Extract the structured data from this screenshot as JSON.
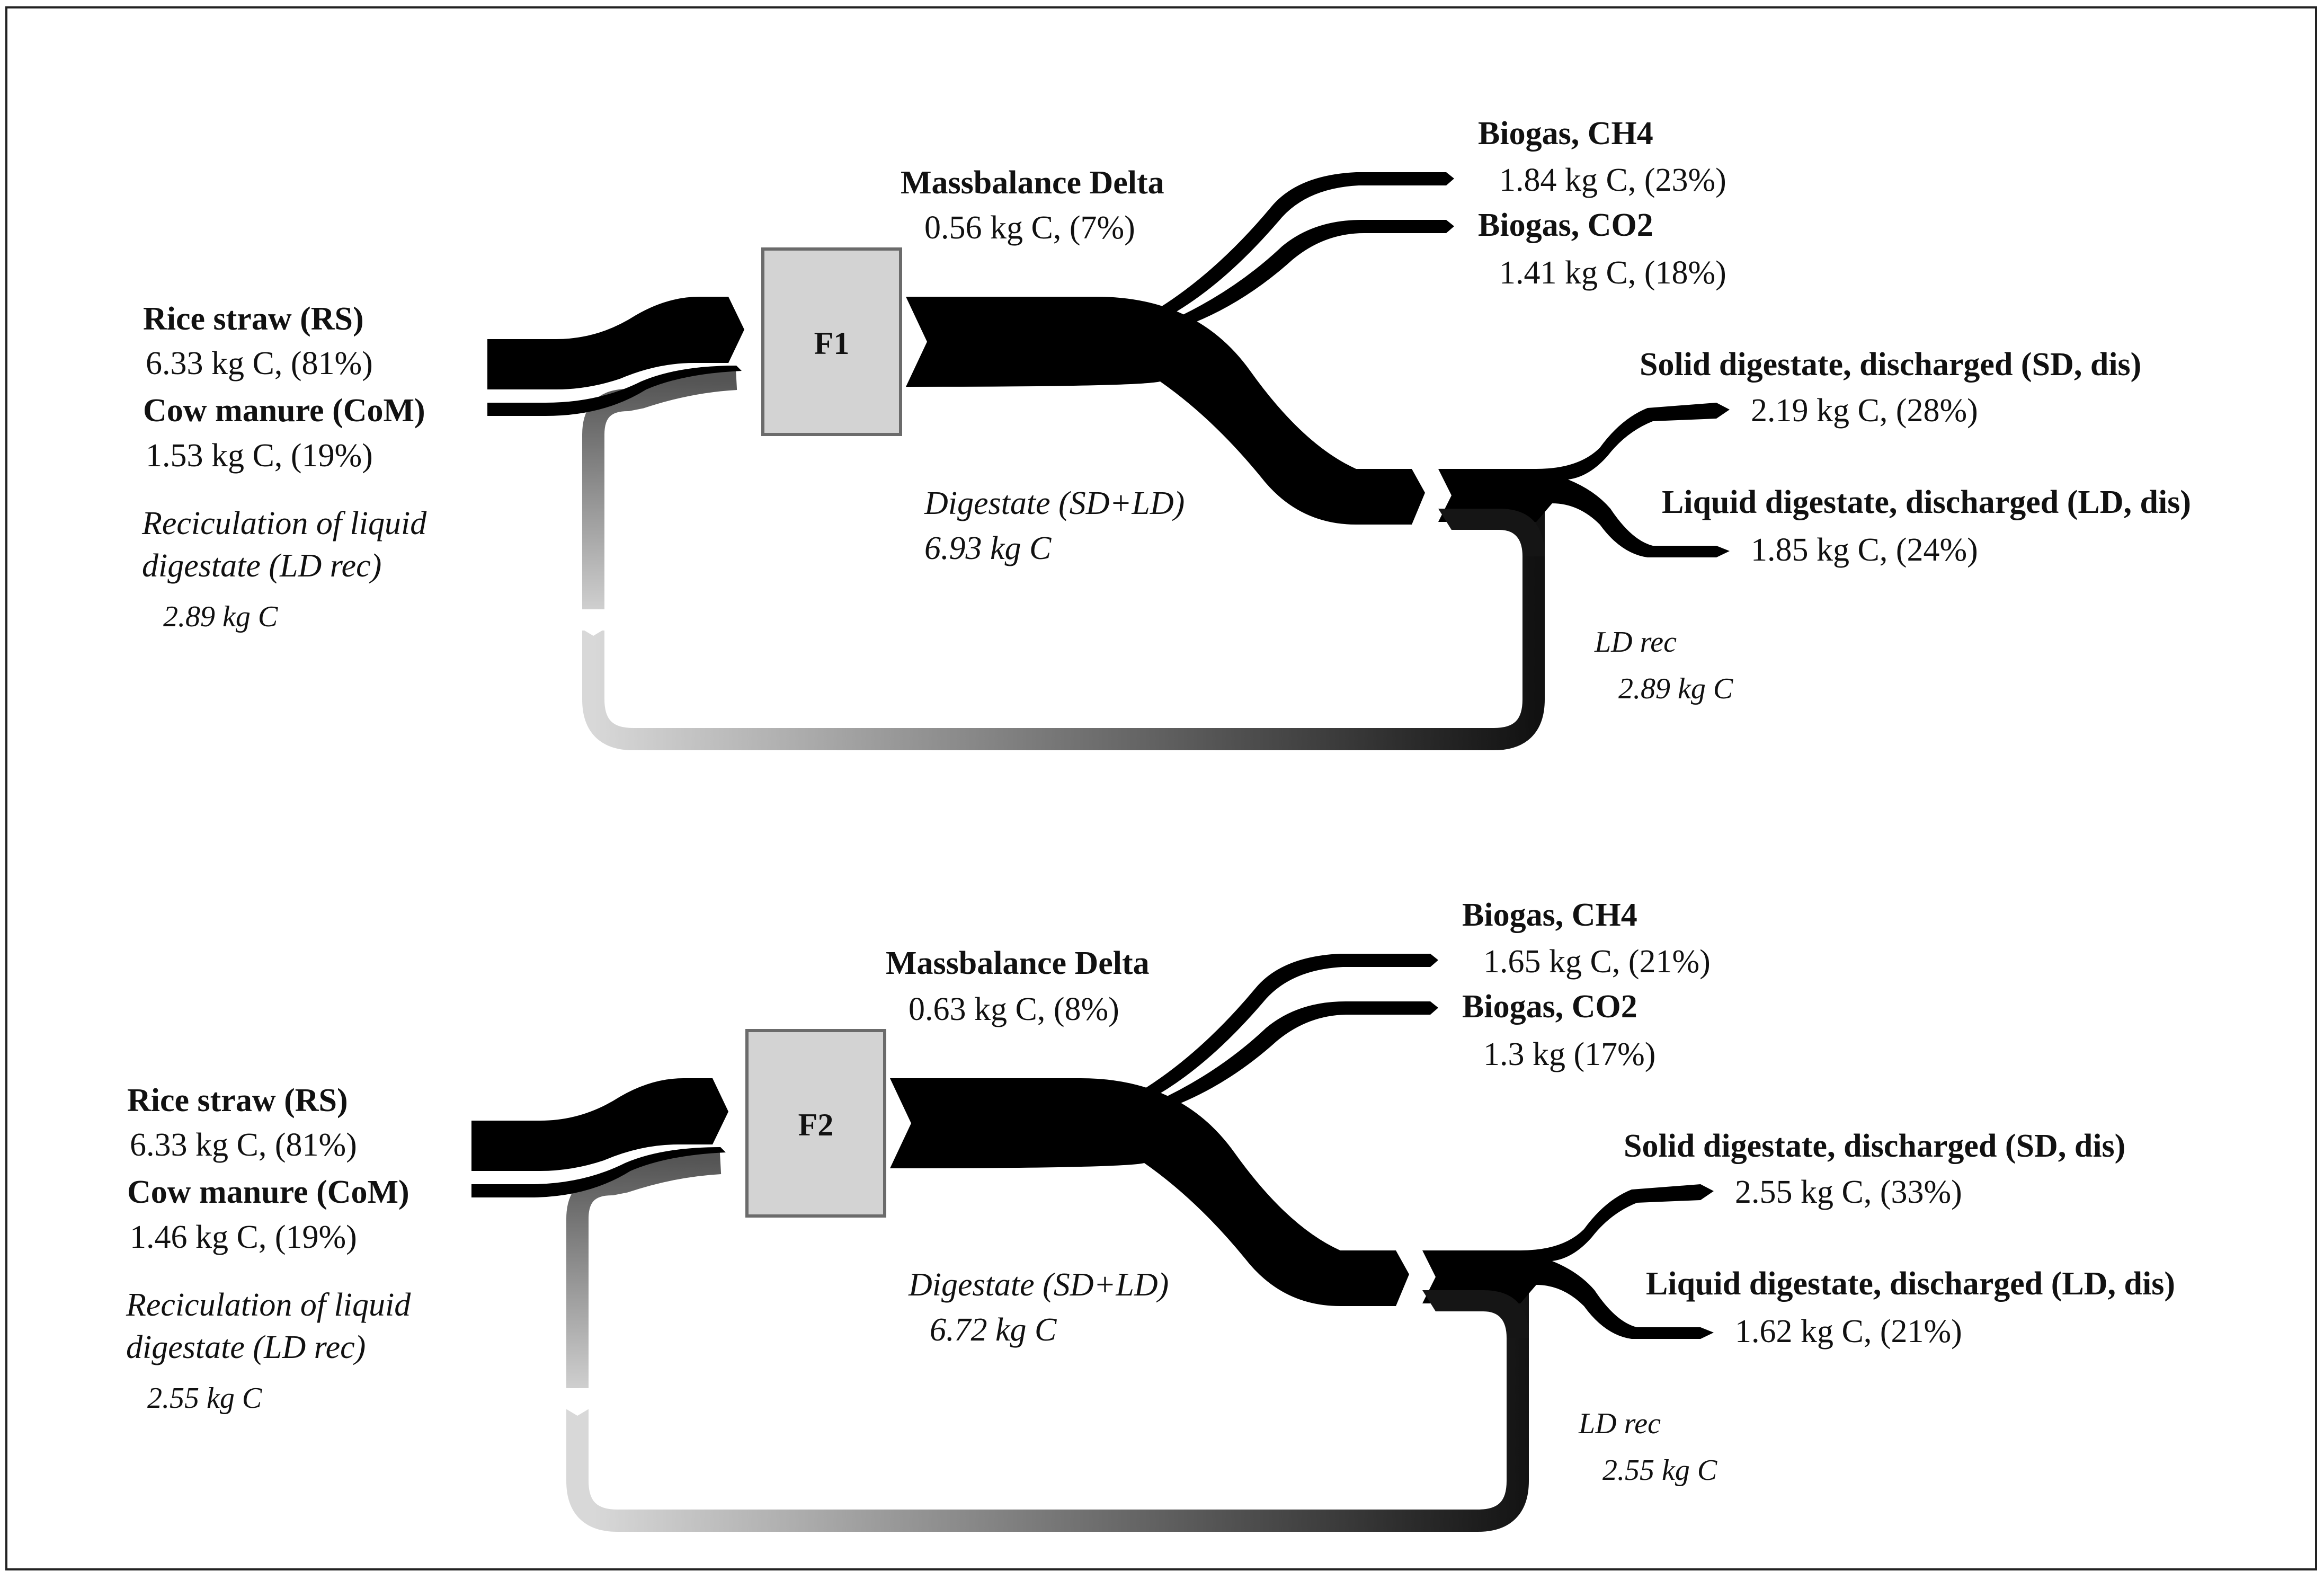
{
  "diagrams": [
    {
      "process": "F1",
      "inputs": {
        "rs": {
          "label": "Rice straw (RS)",
          "value": "6.33 kg  C, (81%)"
        },
        "com": {
          "label": "Cow manure (CoM)",
          "value": "1.53 kg  C, (19%)"
        },
        "rec": {
          "label1": "Reciculation of liquid",
          "label2": "digestate (LD rec)",
          "value": "2.89 kg  C"
        }
      },
      "delta": {
        "label": "Massbalance Delta",
        "value": "0.56 kg  C, (7%)"
      },
      "ch4": {
        "label": "Biogas, CH4",
        "value": "1.84 kg  C, (23%)"
      },
      "co2": {
        "label": "Biogas, CO2",
        "value": "1.41 kg  C, (18%)"
      },
      "digestate": {
        "label": "Digestate (SD+LD)",
        "value": "6.93 kg  C"
      },
      "sd": {
        "label": "Solid digestate, discharged (SD, dis)",
        "value": "2.19 kg  C, (28%)"
      },
      "ld": {
        "label": "Liquid digestate, discharged (LD, dis)",
        "value": "1.85 kg  C, (24%)"
      },
      "ldrec": {
        "label": "LD rec",
        "value": "2.89 kg  C"
      }
    },
    {
      "process": "F2",
      "inputs": {
        "rs": {
          "label": "Rice straw (RS)",
          "value": "6.33 kg  C, (81%)"
        },
        "com": {
          "label": "Cow manure (CoM)",
          "value": "1.46 kg  C, (19%)"
        },
        "rec": {
          "label1": "Reciculation of liquid",
          "label2": "digestate (LD rec)",
          "value": "2.55 kg  C"
        }
      },
      "delta": {
        "label": "Massbalance Delta",
        "value": "0.63 kg  C, (8%)"
      },
      "ch4": {
        "label": "Biogas, CH4",
        "value": "1.65 kg  C, (21%)"
      },
      "co2": {
        "label": "Biogas, CO2",
        "value": "1.3 kg (17%)"
      },
      "digestate": {
        "label": "Digestate (SD+LD)",
        "value": "6.72 kg  C"
      },
      "sd": {
        "label": "Solid digestate, discharged (SD, dis)",
        "value": "2.55 kg  C, (33%)"
      },
      "ld": {
        "label": "Liquid digestate, discharged (LD, dis)",
        "value": "1.62 kg  C, (21%)"
      },
      "ldrec": {
        "label": "LD rec",
        "value": "2.55 kg  C"
      }
    }
  ],
  "colors": {
    "flow": "#000000",
    "box_fill": "#d3d3d3",
    "box_stroke": "#6b6b6b",
    "recirc_dark": "#111111",
    "recirc_light": "#d6d6d6"
  }
}
